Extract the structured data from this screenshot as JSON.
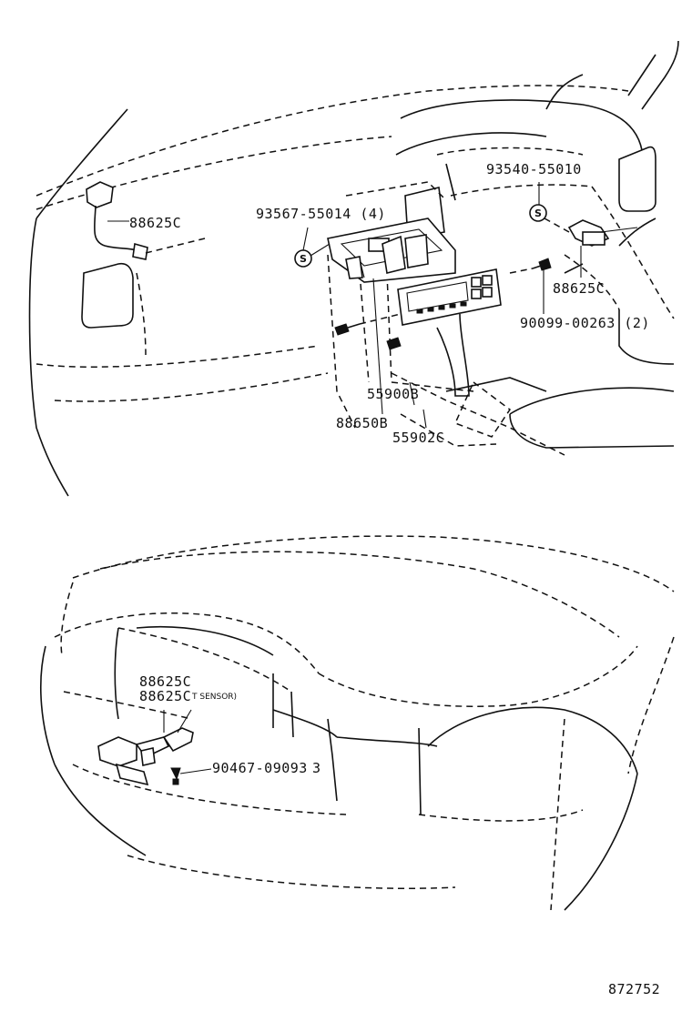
{
  "diagram": {
    "upper_labels": {
      "bolt_set": "93567-55014 (4)",
      "screw_right": "93540-55010",
      "connector_left": "88625C",
      "connector_right": "88625C",
      "clip": "90099-00263 (2)",
      "panel_a": "55900B",
      "control_unit": "88650B",
      "panel_c": "55902C"
    },
    "lower_labels": {
      "sensor_a": "88625C",
      "sensor_b": "88625C",
      "sensor_note": "T SENSOR)",
      "clip": "90467-09093",
      "clip_suffix": "3"
    },
    "screw_mark": "S",
    "figure_number": "872752"
  }
}
